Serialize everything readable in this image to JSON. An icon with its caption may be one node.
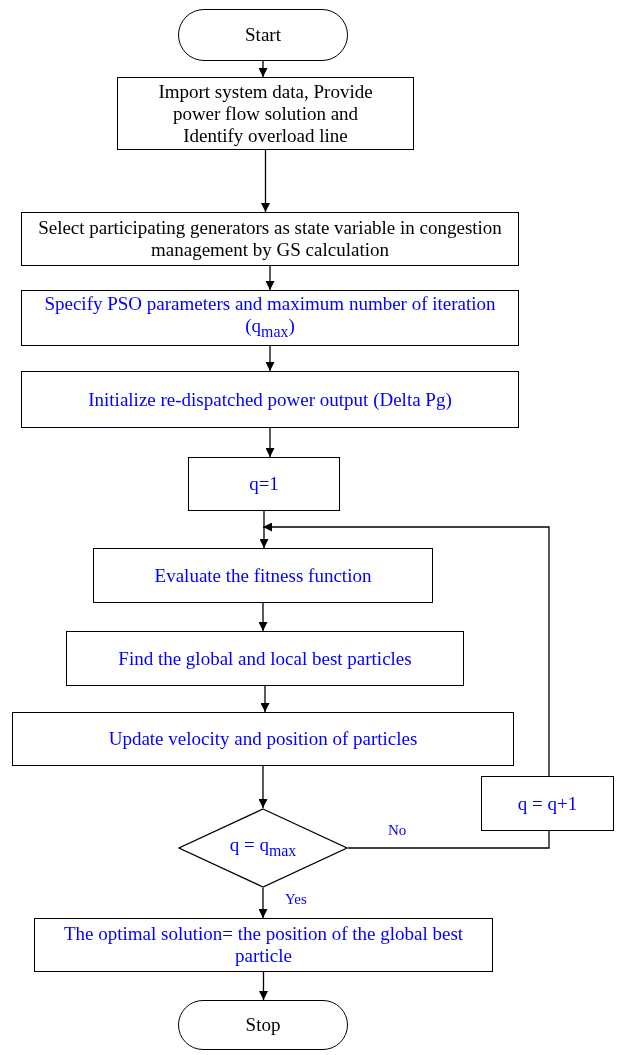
{
  "diagram": {
    "nodes": [
      {
        "text": [
          "Start"
        ]
      },
      {
        "text": [
          "Import  system data, Provide power flow solution and Identify overload line"
        ]
      },
      {
        "text": [
          "Select participating generators as state variable in congestion management by  GS calculation"
        ]
      },
      {
        "text": [
          "Specify PSO parameters and maximum number of iteration (q$_{max}$)"
        ]
      },
      {
        "text": [
          "Initialize re-dispatched power output (Delta Pg)"
        ]
      },
      {
        "text": [
          "q=1"
        ]
      },
      {
        "text": [
          "Evaluate the fitness function"
        ]
      },
      {
        "text": [
          "Find the global and local best particles"
        ]
      },
      {
        "text": [
          "Update velocity and position of particles"
        ]
      },
      {
        "text": [
          "q = q$_{max}$"
        ]
      },
      {
        "text": [
          "q = q+1"
        ]
      },
      {
        "text": [
          "The optimal solution= the position of the global best particle"
        ]
      },
      {
        "text": [
          "Stop"
        ]
      }
    ],
    "edges": [
      {
        "from": 0,
        "to": 1,
        "arrow": "to"
      },
      {
        "from": 1,
        "to": 2,
        "arrow": "to"
      },
      {
        "from": 2,
        "to": 3,
        "arrow": "to"
      },
      {
        "from": 3,
        "to": 4,
        "arrow": "to"
      },
      {
        "from": 4,
        "to": 5,
        "arrow": "to"
      },
      {
        "from": 5,
        "to": 6,
        "arrow": "to"
      },
      {
        "from": 6,
        "to": 7,
        "arrow": "to"
      },
      {
        "from": 7,
        "to": 8,
        "arrow": "to"
      },
      {
        "from": 8,
        "to": 9,
        "arrow": "to"
      },
      {
        "from": 9,
        "to": 10,
        "arrow": "none",
        "label": "No"
      },
      {
        "from": 10,
        "to": 6,
        "arrow": "to"
      },
      {
        "from": 9,
        "to": 11,
        "arrow": "to",
        "label": "Yes"
      },
      {
        "from": 11,
        "to": 12,
        "arrow": "to"
      }
    ]
  }
}
